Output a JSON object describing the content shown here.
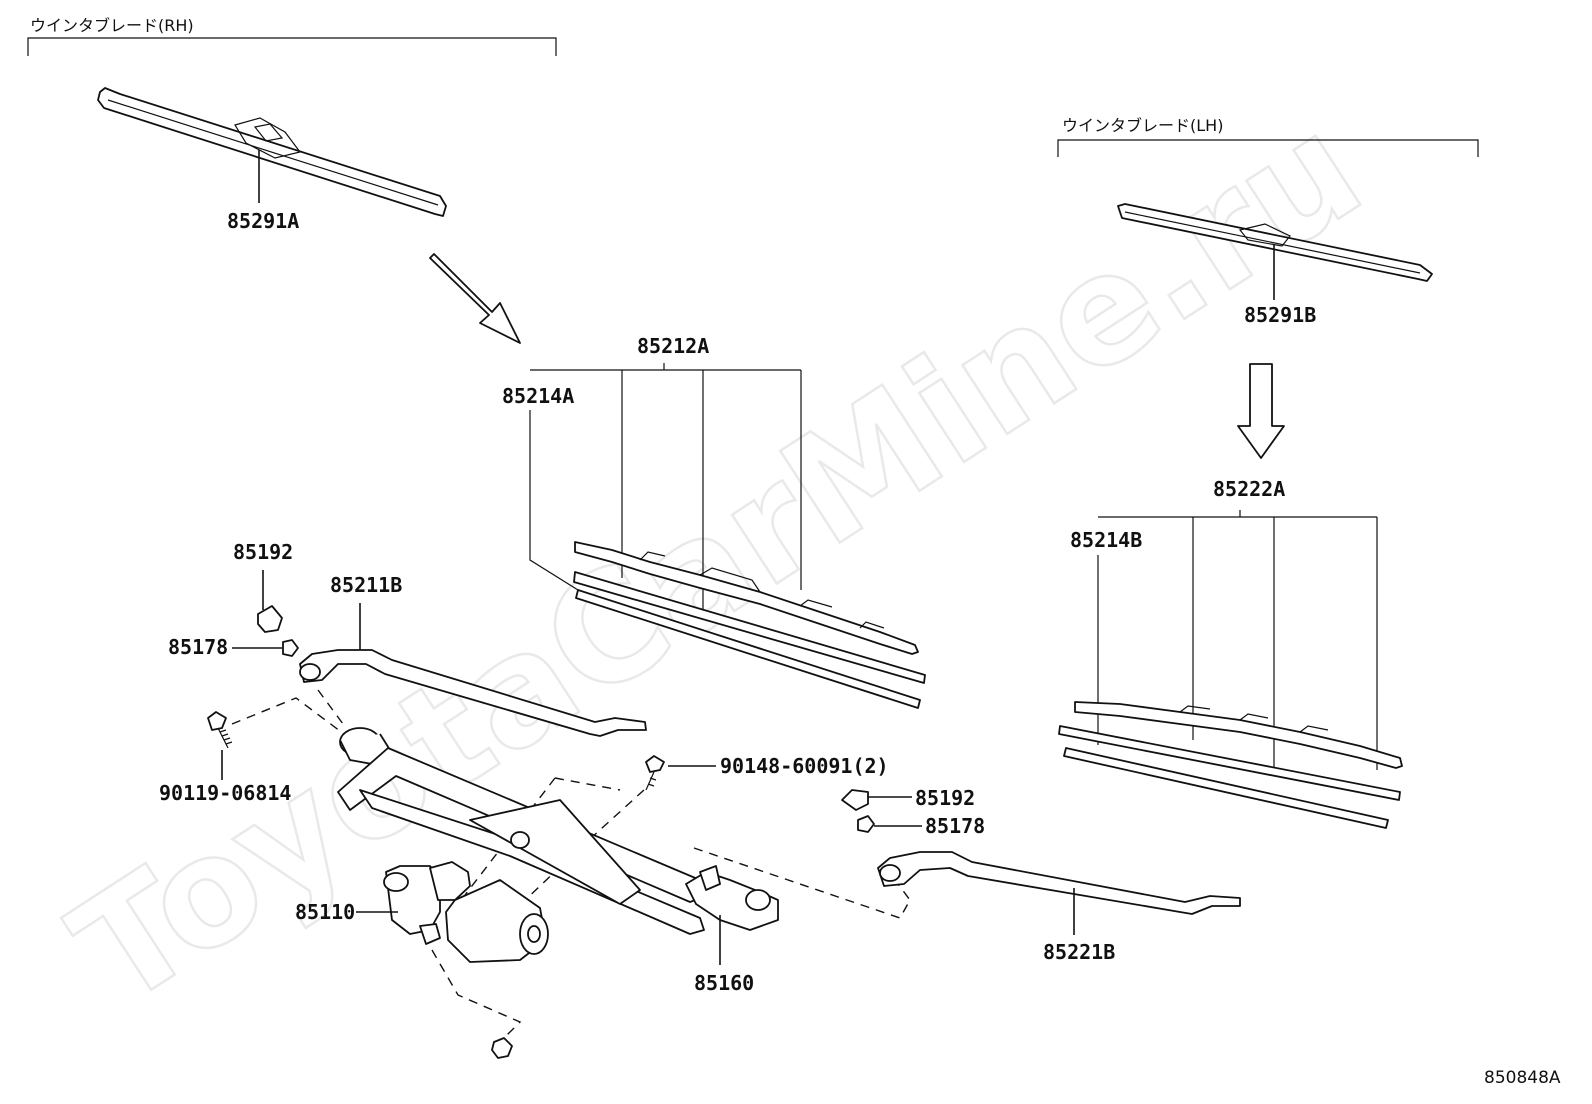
{
  "headers": {
    "rh": "ウインタブレード(RH)",
    "lh": "ウインタブレード(LH)"
  },
  "labels": {
    "p85291A": "85291A",
    "p85291B": "85291B",
    "p85212A": "85212A",
    "p85214A": "85214A",
    "p85222A": "85222A",
    "p85214B": "85214B",
    "p85192_left": "85192",
    "p85211B": "85211B",
    "p85178_left": "85178",
    "p90119": "90119-06814",
    "p90148": "90148-60091(2)",
    "p85192_right": "85192",
    "p85178_right": "85178",
    "p85110": "85110",
    "p85160": "85160",
    "p85221B": "85221B"
  },
  "watermark": "ToyotaCarMine.ru",
  "figure_code": "850848A"
}
